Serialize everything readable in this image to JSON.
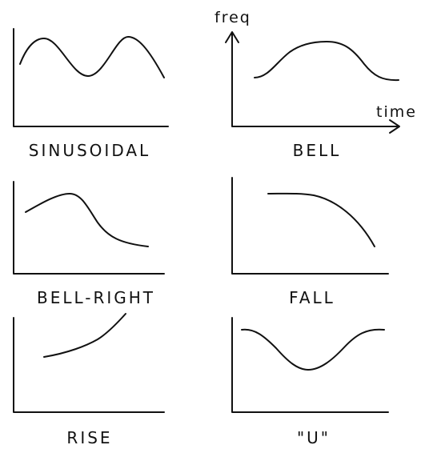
{
  "panels": [
    {
      "label": "SINUSOIDAL"
    },
    {
      "label": "BELL",
      "y_axis_label": "freq",
      "x_axis_label": "time"
    },
    {
      "label": "BELL-RIGHT"
    },
    {
      "label": "FALL"
    },
    {
      "label": "RISE"
    },
    {
      "label": "\"U\""
    }
  ]
}
